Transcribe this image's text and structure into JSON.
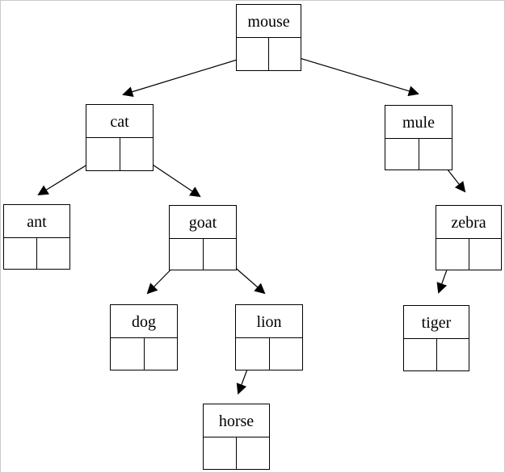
{
  "tree": {
    "kind": "binary-tree-of-linked-record-nodes",
    "nodes": [
      {
        "label": "mouse",
        "left_child": "cat",
        "right_child": "mule"
      },
      {
        "label": "cat",
        "left_child": "ant",
        "right_child": "goat"
      },
      {
        "label": "mule",
        "left_child": null,
        "right_child": "zebra"
      },
      {
        "label": "ant",
        "left_child": null,
        "right_child": null
      },
      {
        "label": "goat",
        "left_child": "dog",
        "right_child": "lion"
      },
      {
        "label": "zebra",
        "left_child": "tiger",
        "right_child": null
      },
      {
        "label": "dog",
        "left_child": null,
        "right_child": null
      },
      {
        "label": "lion",
        "left_child": "horse",
        "right_child": null
      },
      {
        "label": "tiger",
        "left_child": null,
        "right_child": null
      },
      {
        "label": "horse",
        "left_child": null,
        "right_child": null
      }
    ],
    "edges": [
      {
        "from": "mouse",
        "slot": "left",
        "to": "cat"
      },
      {
        "from": "mouse",
        "slot": "right",
        "to": "mule"
      },
      {
        "from": "cat",
        "slot": "left",
        "to": "ant"
      },
      {
        "from": "cat",
        "slot": "right",
        "to": "goat"
      },
      {
        "from": "mule",
        "slot": "right",
        "to": "zebra"
      },
      {
        "from": "goat",
        "slot": "left",
        "to": "dog"
      },
      {
        "from": "goat",
        "slot": "right",
        "to": "lion"
      },
      {
        "from": "zebra",
        "slot": "left",
        "to": "tiger"
      },
      {
        "from": "lion",
        "slot": "left",
        "to": "horse"
      }
    ],
    "colors": {
      "node_border": "#000000",
      "edge": "#000000",
      "background": "#ffffff",
      "page_border": "#c9c9c9"
    }
  }
}
